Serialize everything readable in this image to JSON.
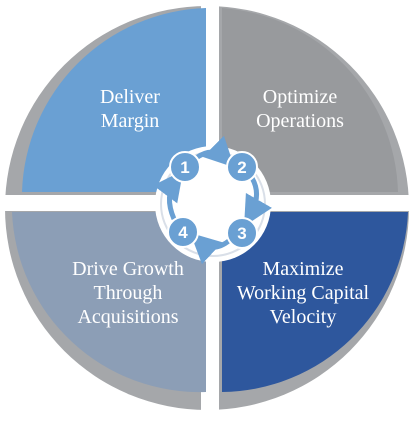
{
  "quadrants": [
    {
      "step": "1",
      "lines": [
        "Deliver",
        "Margin"
      ],
      "color": "#6aa0d3"
    },
    {
      "step": "2",
      "lines": [
        "Optimize",
        "Operations"
      ],
      "color": "#989a9d"
    },
    {
      "step": "3",
      "lines": [
        "Maximize",
        "Working Capital",
        "Velocity"
      ],
      "color": "#2e579d"
    },
    {
      "step": "4",
      "lines": [
        "Drive Growth",
        "Through",
        "Acquisitions"
      ],
      "color": "#8c9eb6"
    }
  ],
  "colors": {
    "outer_ring": "#a5a7aa",
    "step_circle": "#6aa0d3",
    "cycle_arrows": "#6aa0d3",
    "text": "#ffffff"
  }
}
